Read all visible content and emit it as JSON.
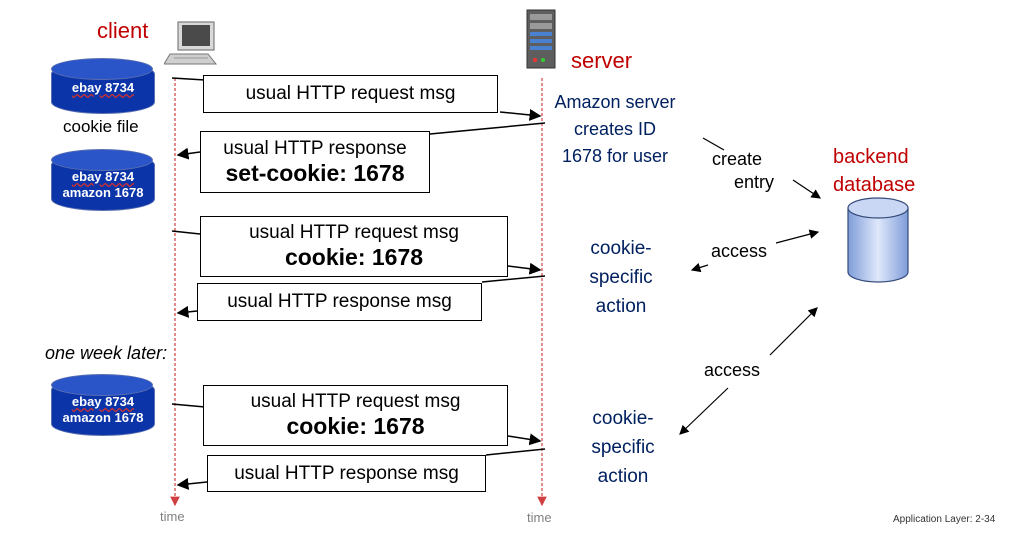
{
  "client_label": "client",
  "server_label": "server",
  "cookie_file_label": "cookie file",
  "db1": {
    "line1": "ebay 8734"
  },
  "db2": {
    "line1": "ebay 8734",
    "line2": "amazon 1678"
  },
  "db3": {
    "line1": "ebay 8734",
    "line2": "amazon 1678"
  },
  "messages": {
    "m1": "usual HTTP request msg",
    "m2_line1": "usual HTTP response",
    "m2_line2": "set-cookie: 1678",
    "m3_line1": "usual HTTP request msg",
    "m3_line2": "cookie: 1678",
    "m4": "usual HTTP response msg",
    "m5_line1": "usual HTTP request msg",
    "m5_line2": "cookie: 1678",
    "m6": "usual HTTP response msg"
  },
  "server_note": {
    "line1": "Amazon server",
    "line2": "creates ID",
    "line3": "1678 for user"
  },
  "create_entry": {
    "line1": "create",
    "line2": "entry"
  },
  "access1": "access",
  "access2": "access",
  "action1": {
    "line1": "cookie-",
    "line2": "specific",
    "line3": "action"
  },
  "action2": {
    "line1": "cookie-",
    "line2": "specific",
    "line3": "action"
  },
  "backend_db": {
    "line1": "backend",
    "line2": "database"
  },
  "one_week_later": "one week later:",
  "time_left": "time",
  "time_right": "time",
  "footer": "Application Layer: 2-34",
  "colors": {
    "red": "#c00000",
    "navy": "#002060",
    "db_blue": "#0b34a8",
    "timeline": "#d04040"
  },
  "icons": [
    "laptop-icon",
    "server-tower-icon",
    "database-cylinder-icon"
  ]
}
